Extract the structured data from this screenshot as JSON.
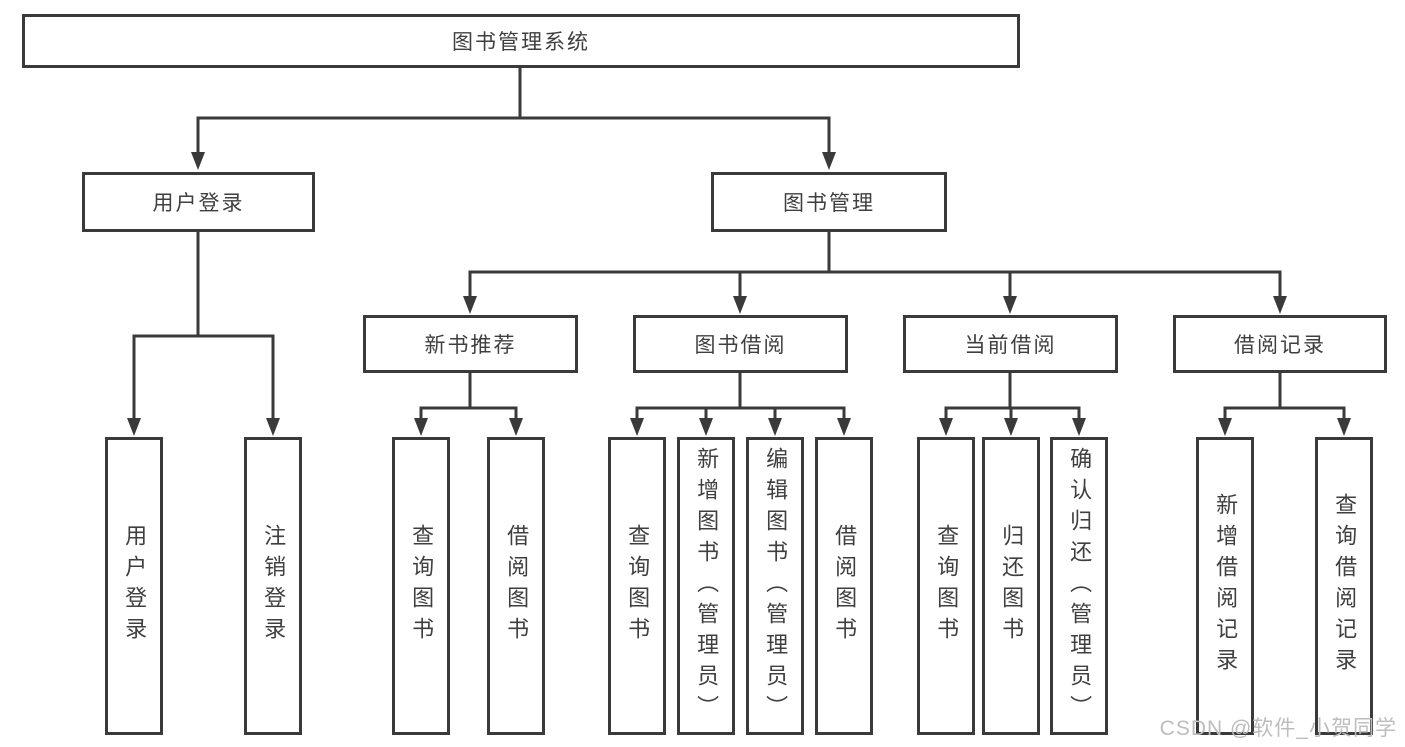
{
  "diagram": {
    "title": "图书管理系统",
    "branches": [
      {
        "label": "用户登录",
        "children": [
          "用户登录",
          "注销登录"
        ]
      },
      {
        "label": "图书管理",
        "sections": [
          {
            "label": "新书推荐",
            "children": [
              "查询图书",
              "借阅图书"
            ]
          },
          {
            "label": "图书借阅",
            "children": [
              "查询图书",
              "新增图书（管理员）",
              "编辑图书（管理员）",
              "借阅图书"
            ]
          },
          {
            "label": "当前借阅",
            "children": [
              "查询图书",
              "归还图书",
              "确认归还（管理员）"
            ]
          },
          {
            "label": "借阅记录",
            "children": [
              "新增借阅记录",
              "查询借阅记录"
            ]
          }
        ]
      }
    ]
  },
  "watermark": "CSDN @软件_小贺同学",
  "colors": {
    "line": "#3a3a3a",
    "text": "#3f3f3f",
    "watermark": "#bdbdbd",
    "background": "#ffffff"
  }
}
